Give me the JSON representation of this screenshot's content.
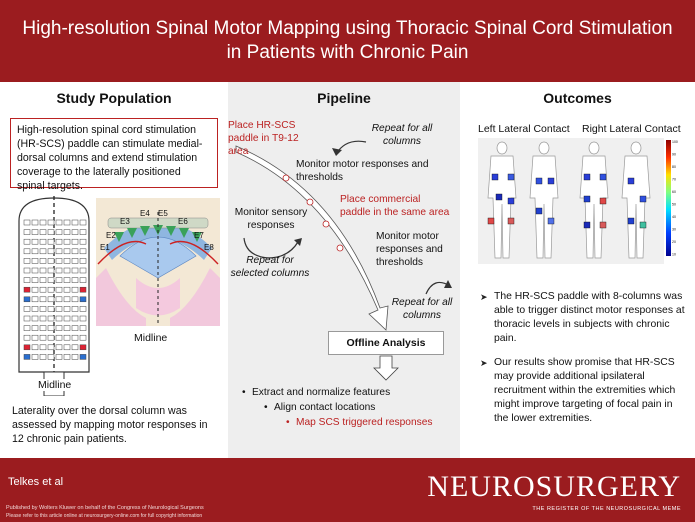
{
  "title": "High-resolution Spinal Motor Mapping using Thoracic Spinal Cord Stimulation in Patients with Chronic Pain",
  "study_population": {
    "heading": "Study Population",
    "box_text": "High-resolution spinal cord stimulation (HR-SCS) paddle can stimulate medial-dorsal columns and extend stimulation coverage to the laterally positioned spinal targets.",
    "electrode_labels": [
      "E1",
      "E2",
      "E3",
      "E4",
      "E5",
      "E6",
      "E7",
      "E8"
    ],
    "midline_label_1": "Midline",
    "midline_label_2": "Midline",
    "note": "Laterality over the dorsal column was assessed by mapping motor responses in 12 chronic pain patients."
  },
  "pipeline": {
    "heading": "Pipeline",
    "step_place_hr": "Place HR-SCS paddle in T9-12 area",
    "repeat_all_1": "Repeat for all columns",
    "monitor_motor_1": "Monitor motor responses and thresholds",
    "monitor_sensory": "Monitor sensory responses",
    "place_commercial": "Place commercial paddle in the same area",
    "monitor_motor_2": "Monitor motor responses and thresholds",
    "repeat_selected": "Repeat for selected columns",
    "repeat_all_2": "Repeat for all columns",
    "offline": "Offline Analysis",
    "bullet_1": "Extract and normalize features",
    "bullet_2": "Align contact locations",
    "bullet_3": "Map SCS triggered responses"
  },
  "outcomes": {
    "heading": "Outcomes",
    "left_label": "Left Lateral Contact",
    "right_label": "Right Lateral Contact",
    "colorbar_ticks": [
      "100",
      "90",
      "80",
      "70",
      "60",
      "50",
      "40",
      "30",
      "20",
      "10"
    ],
    "point_1": "The HR-SCS paddle with 8-columns was able to trigger distinct motor responses at thoracic levels in subjects with chronic pain.",
    "point_2": "Our results show promise that HR-SCS may provide additional ipsilateral recruitment within the extremities which might improve targeting of focal pain in the lower extremities."
  },
  "footer": {
    "author": "Telkes et al",
    "publisher": "Published by Wolters Kluwer on behalf of the Congress of Neurological Surgeons",
    "note": "Please refer to this article online at neurosurgery-online.com for full copyright information",
    "logo": "NEUROSURGERY",
    "tagline": "THE REGISTER OF THE NEUROSURGICAL MEME"
  },
  "colors": {
    "brand_red": "#9b1c1f",
    "accent_red": "#b22222",
    "panel_gray": "#eeeeee"
  }
}
